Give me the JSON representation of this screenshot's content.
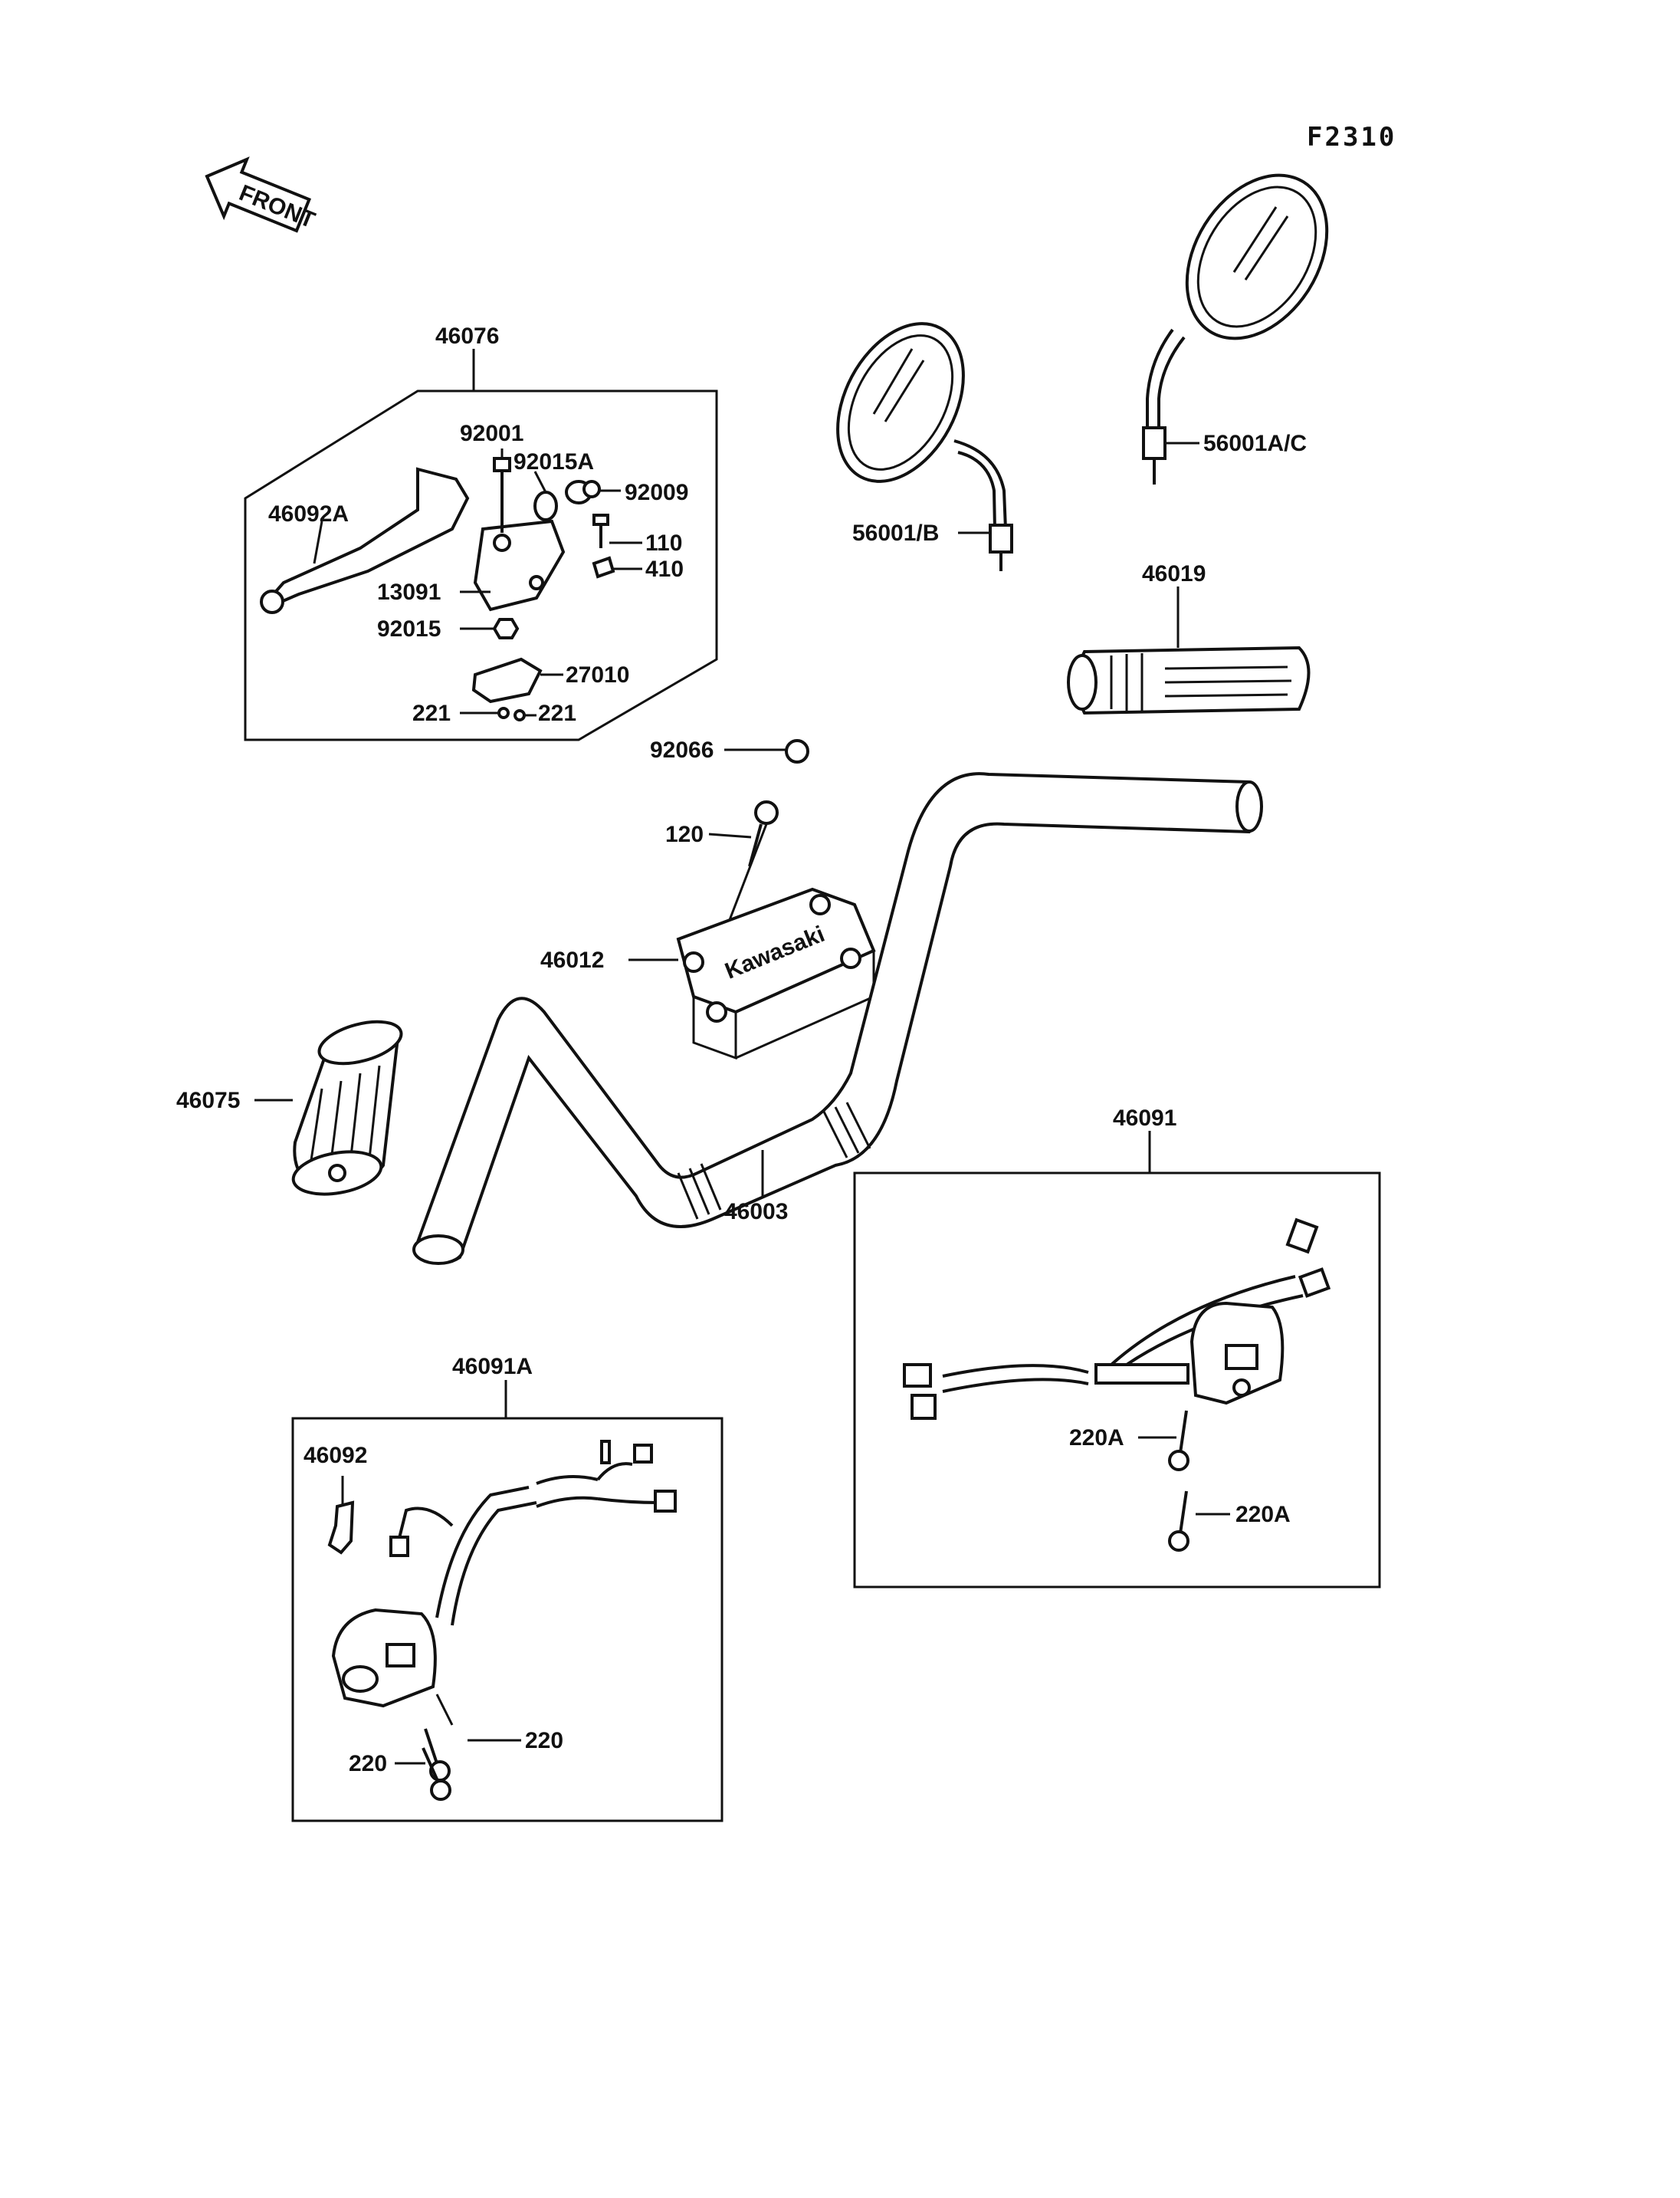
{
  "figure_code": "F2310",
  "direction_label": "FRONT",
  "brand_text": "Kawasaki",
  "callouts": {
    "46076": "46076",
    "92001": "92001",
    "92015A": "92015A",
    "46092A": "46092A",
    "92009": "92009",
    "110": "110",
    "410": "410",
    "13091": "13091",
    "92015": "92015",
    "27010": "27010",
    "221_left": "221",
    "221_right": "221",
    "56001B": "56001/B",
    "56001AC": "56001A/C",
    "46019": "46019",
    "92066": "92066",
    "120": "120",
    "46012": "46012",
    "46075": "46075",
    "46003": "46003",
    "46091": "46091",
    "220A_upper": "220A",
    "220A_lower": "220A",
    "46091A": "46091A",
    "46092": "46092",
    "220_left": "220",
    "220_right": "220"
  }
}
